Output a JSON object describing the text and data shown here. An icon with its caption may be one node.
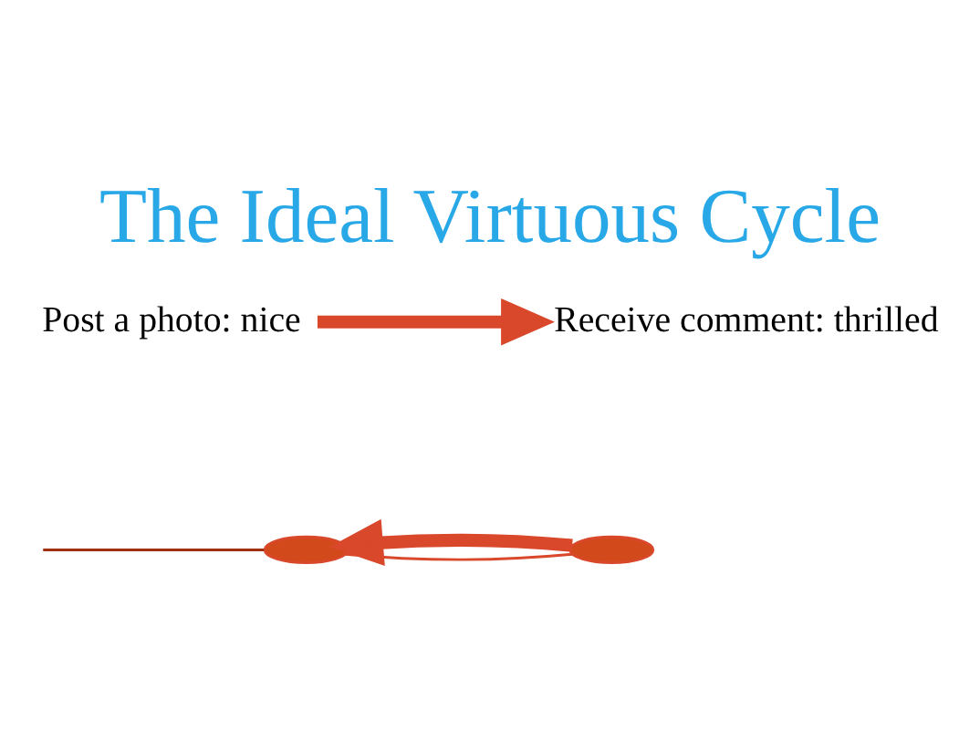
{
  "diagram": {
    "title": "The Ideal Virtuous Cycle",
    "nodes": [
      {
        "text": [
          "Post a photo: nice"
        ]
      },
      {
        "text": [
          "Receive comment: thrilled"
        ]
      },
      {
        "text": [],
        "shape": "ellipse"
      },
      {
        "text": [],
        "shape": "ellipse"
      }
    ],
    "edges": [
      {
        "from": 0,
        "to": 1,
        "arrow": "to",
        "style": "thick"
      },
      {
        "from": null,
        "to": 2,
        "arrow": "none",
        "color": "#a0300e"
      },
      {
        "from": 2,
        "to": 3,
        "arrow": "none"
      },
      {
        "from": 3,
        "to": 2,
        "arrow": "to",
        "style": "thick"
      }
    ]
  }
}
